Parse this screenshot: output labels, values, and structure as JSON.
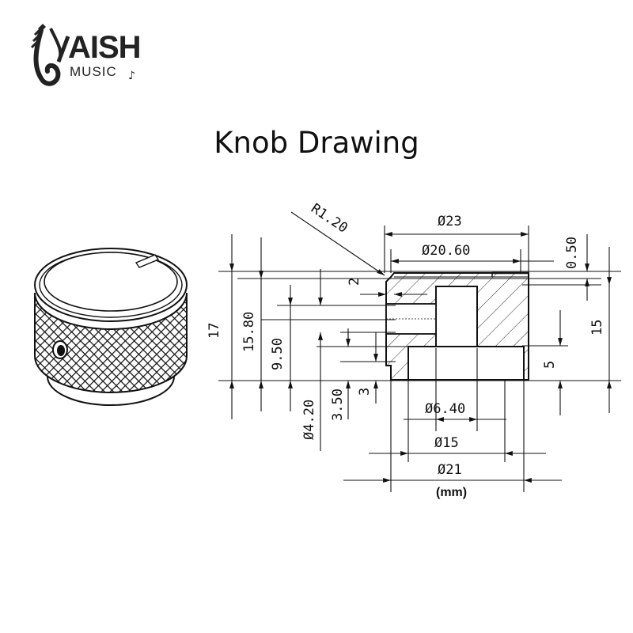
{
  "brand": {
    "name": "AISH",
    "sub": "MUSIC"
  },
  "title": "Knob Drawing",
  "dimensions": {
    "r120": "R1.20",
    "d23": "Ø23",
    "d2060": "Ø20.60",
    "t050": "0.50",
    "h17": "17",
    "h1580": "15.80",
    "h950": "9.50",
    "d420": "Ø4.20",
    "h350": "3.50",
    "h3": "3",
    "h2": "2",
    "h15": "15",
    "h5": "5",
    "d640": "Ø6.40",
    "d15": "Ø15",
    "d21": "Ø21"
  },
  "unit": "(mm)"
}
